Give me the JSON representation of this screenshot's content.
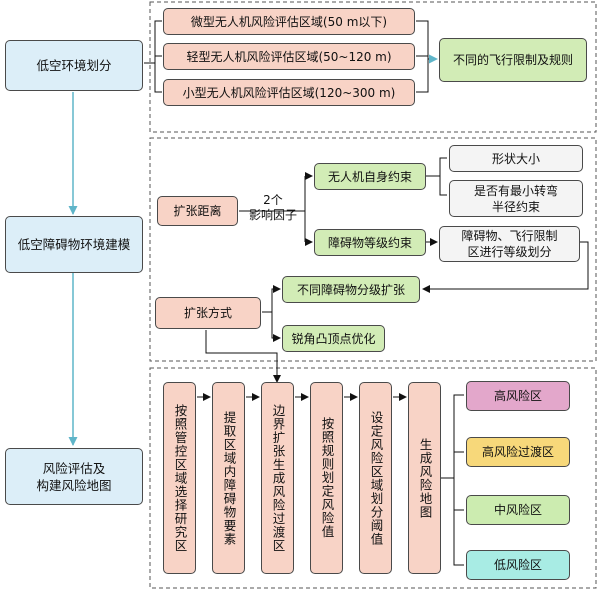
{
  "stages": [
    {
      "label": "低空环境划分"
    },
    {
      "label": "低空障碍物环境建模"
    },
    {
      "label": "风险评估及\n构建风险地图"
    }
  ],
  "section1": {
    "zones": [
      "微型无人机风险评估区域(50 m以下)",
      "轻型无人机风险评估区域(50~120 m)",
      "小型无人机风险评估区域(120~300 m)"
    ],
    "result": "不同的飞行限制及规则"
  },
  "section2": {
    "expand_distance": "扩张距离",
    "factors_label": "2个\n影响因子",
    "self_constraint": "无人机自身约束",
    "shape_size": "形状大小",
    "min_turn": "是否有最小转弯\n半径约束",
    "obstacle_constraint": "障碍物等级约束",
    "obstacle_note": "障碍物、飞行限制\n区进行等级划分",
    "graded_expand": "不同障碍物分级扩张",
    "expand_method": "扩张方式",
    "corner_opt": "锐角凸顶点优化"
  },
  "section3": {
    "steps": [
      "按照管控区域选择研究区",
      "提取区域内障碍物要素",
      "边界扩张生成风险过渡区",
      "按照规则划定风险值",
      "设定风险区域划分阈值",
      "生成风险地图"
    ],
    "levels": [
      {
        "label": "高风险区",
        "color": "#e3a7cb"
      },
      {
        "label": "高风险过渡区",
        "color": "#f7d87a"
      },
      {
        "label": "中风险区",
        "color": "#ccecb0"
      },
      {
        "label": "低风险区",
        "color": "#a8ece4"
      }
    ]
  },
  "colors": {
    "stage_fill": "#dceef8",
    "stage_arrow": "#5fb5c9",
    "process_fill": "#f8d3c6",
    "constraint_fill": "#d2ecb6",
    "note_fill": "#f4f4f4"
  }
}
